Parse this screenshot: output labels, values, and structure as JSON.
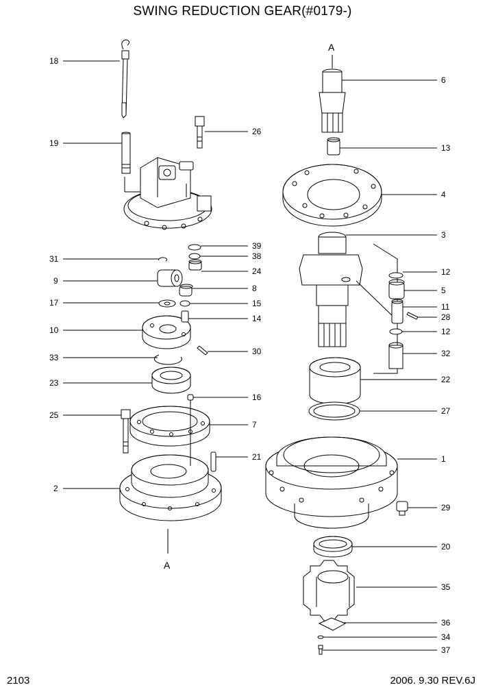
{
  "title": "SWING REDUCTION GEAR(#0179-)",
  "footer": {
    "page": "2103",
    "revision": "2006. 9.30  REV.6J"
  },
  "view_markers": [
    "A",
    "A"
  ],
  "callouts": [
    "18",
    "19",
    "26",
    "39",
    "38",
    "31",
    "24",
    "9",
    "8",
    "17",
    "15",
    "14",
    "10",
    "30",
    "33",
    "23",
    "16",
    "25",
    "7",
    "21",
    "2",
    "6",
    "13",
    "4",
    "3",
    "12",
    "5",
    "11",
    "28",
    "12",
    "32",
    "22",
    "27",
    "1",
    "29",
    "20",
    "35",
    "36",
    "34",
    "37"
  ]
}
